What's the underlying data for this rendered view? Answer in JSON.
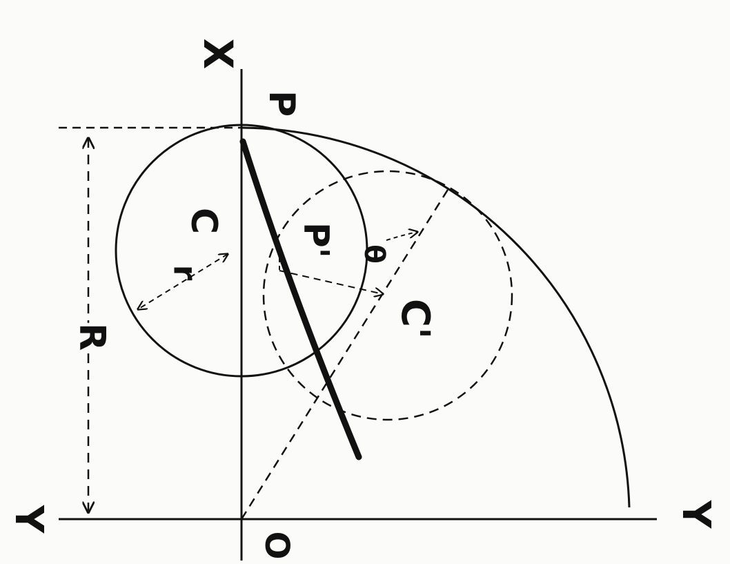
{
  "labels": {
    "x_axis": "X",
    "y_axis_left": "Y",
    "y_axis_right": "Y",
    "origin": "O",
    "point_p": "P",
    "point_p_prime": "P'",
    "center_c": "C",
    "center_c_prime": "C'",
    "radius_small": "r",
    "radius_large": "R",
    "angle": "θ"
  },
  "colors": {
    "ink": "#111111",
    "paper": "#fbfbf9"
  }
}
